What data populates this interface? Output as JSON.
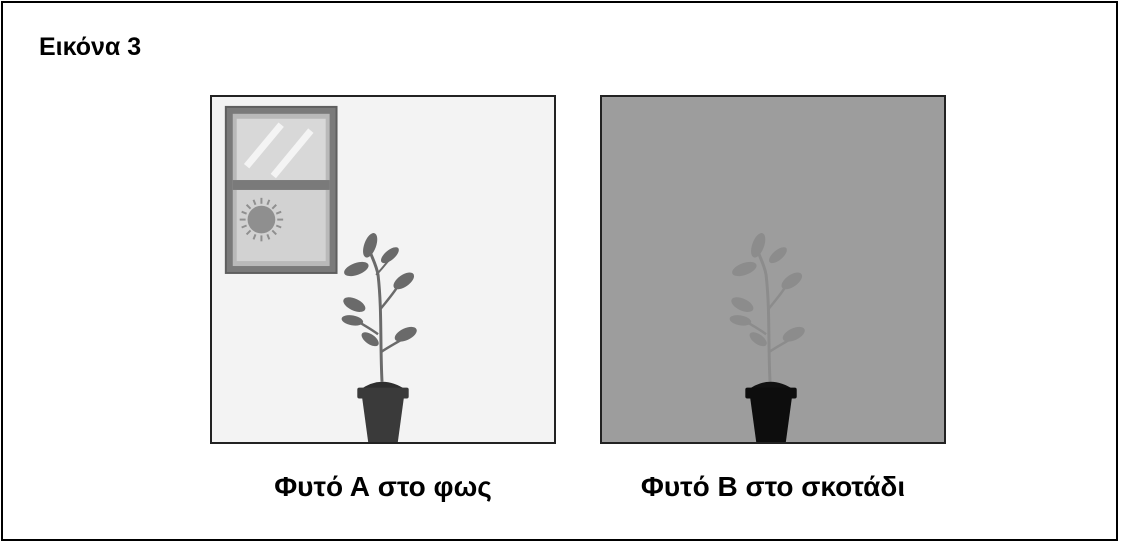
{
  "figure": {
    "title": "Εικόνα 3"
  },
  "panels": [
    {
      "caption": "Φυτό Α στο φως",
      "background": "#f3f3f3",
      "icons": [
        "window-icon",
        "sun-icon",
        "plant-icon",
        "pot-icon"
      ]
    },
    {
      "caption": "Φυτό Β στο σκοτάδι",
      "background": "#9d9d9d",
      "icons": [
        "plant-icon",
        "pot-icon"
      ]
    }
  ],
  "colors": {
    "border": "#000000",
    "light_background": "#f3f3f3",
    "dark_background": "#9d9d9d",
    "pot_light": "#3a3a3a",
    "pot_dark": "#0d0d0d"
  }
}
